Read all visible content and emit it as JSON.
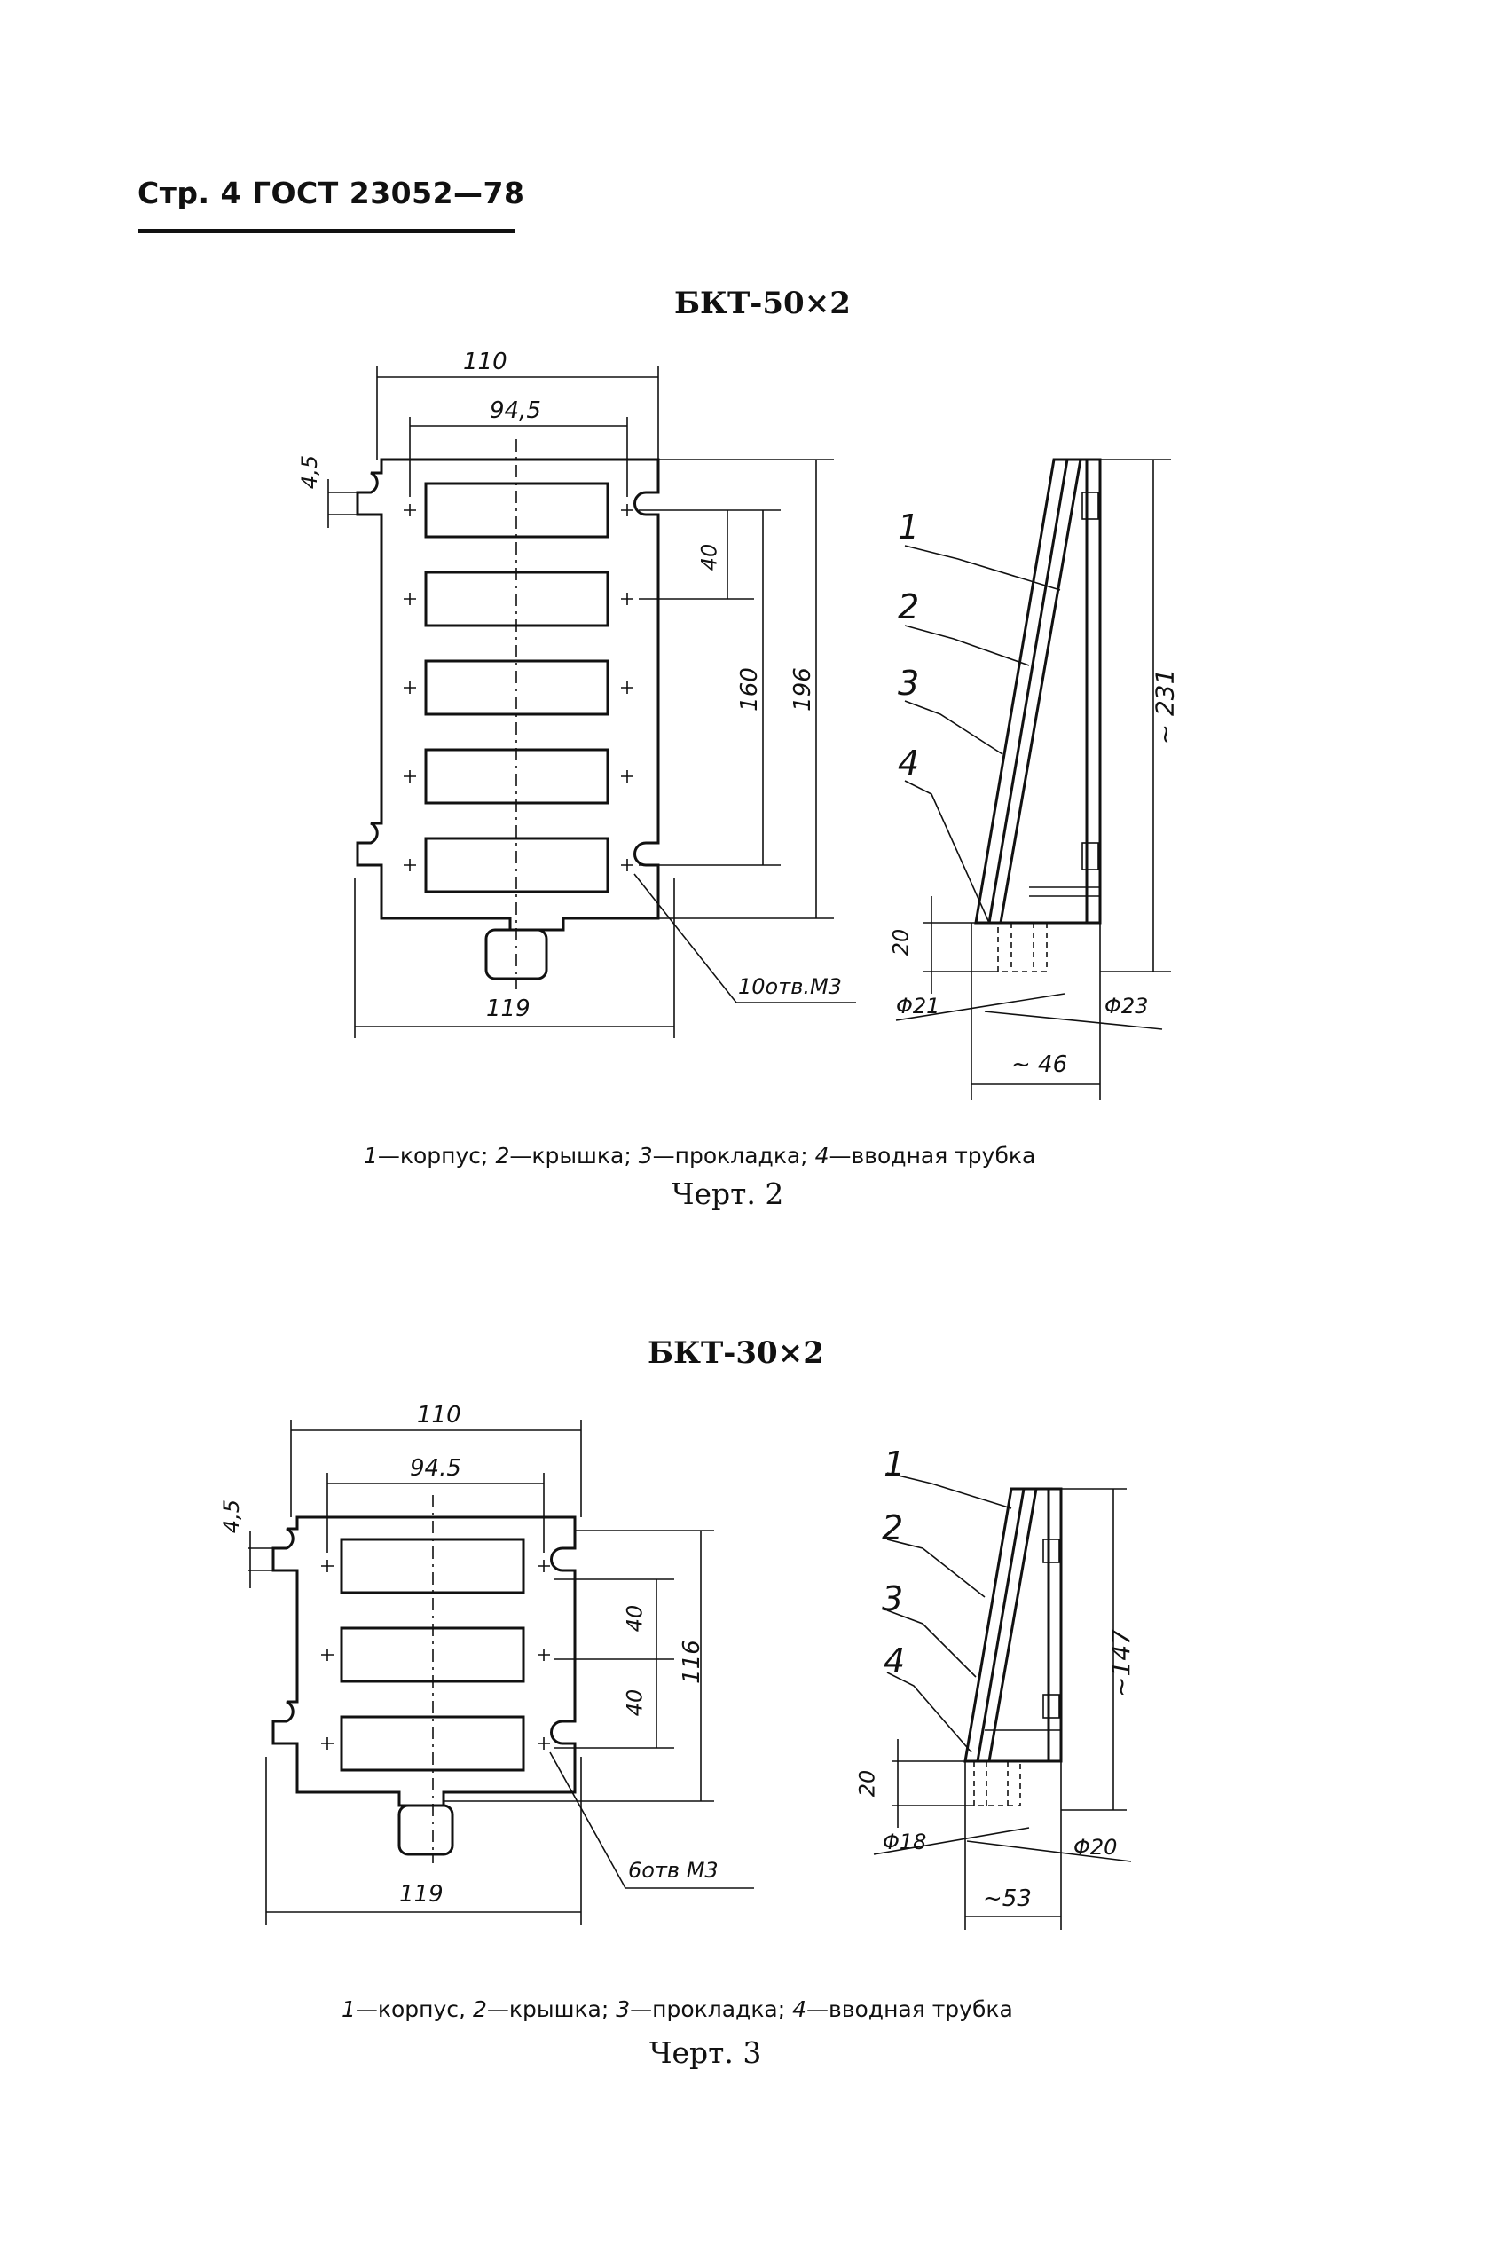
{
  "header": {
    "page_ref": "Стр. 4 ГОСТ 23052—78"
  },
  "drawing1": {
    "title": "БКТ-50×2",
    "dimensions": {
      "overall_width": "110",
      "hole_spacing": "94,5",
      "slot": "4,5",
      "pitch": "40",
      "hole_span": "160",
      "height": "196",
      "base_width": "119",
      "holes": "10отв.М3",
      "side_height": "~ 231",
      "tube_len": "20",
      "d_inner": "Φ21",
      "d_outer": "Φ23",
      "depth": "~ 46"
    },
    "callouts": [
      "1",
      "2",
      "3",
      "4"
    ],
    "legend": [
      {
        "num": "1",
        "text": "—корпус; "
      },
      {
        "num": "2",
        "text": "—крышка; "
      },
      {
        "num": "3",
        "text": "—прокладка; "
      },
      {
        "num": "4",
        "text": "—вводная трубка"
      }
    ],
    "caption": "Черт. 2"
  },
  "drawing2": {
    "title": "БКТ-30×2",
    "dimensions": {
      "overall_width": "110",
      "hole_spacing": "94.5",
      "slot": "4,5",
      "pitch_a": "40",
      "pitch_b": "40",
      "height": "116",
      "base_width": "119",
      "holes": "6отв М3",
      "side_height": "~147",
      "tube_len": "20",
      "d_inner": "Φ18",
      "d_outer": "Φ20",
      "depth": "~53"
    },
    "callouts": [
      "1",
      "2",
      "3",
      "4"
    ],
    "legend": [
      {
        "num": "1",
        "text": "—корпус, "
      },
      {
        "num": "2",
        "text": "—крышка; "
      },
      {
        "num": "3",
        "text": "—прокладка; "
      },
      {
        "num": "4",
        "text": "—вводная трубка"
      }
    ],
    "caption": "Черт. 3"
  }
}
